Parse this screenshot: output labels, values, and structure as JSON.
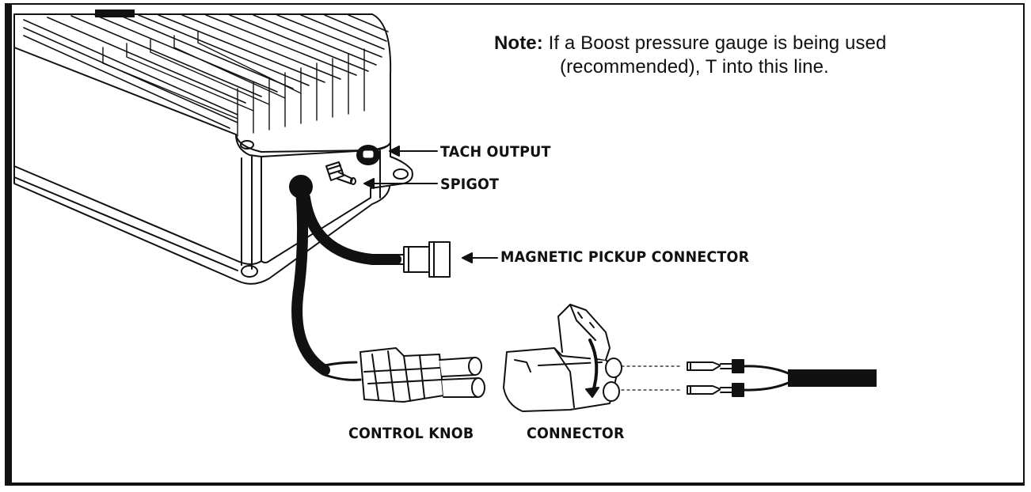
{
  "note": {
    "label": "Note:",
    "line1": "If a Boost pressure gauge is being used",
    "line2": "(recommended), T into this line."
  },
  "callouts": {
    "tach_output": "TACH OUTPUT",
    "spigot": "SPIGOT",
    "magnetic_pickup_connector": "MAGNETIC PICKUP CONNECTOR",
    "control_knob": "CONTROL KNOB",
    "connector": "CONNECTOR"
  },
  "colors": {
    "ink": "#111111",
    "paper": "#ffffff"
  }
}
